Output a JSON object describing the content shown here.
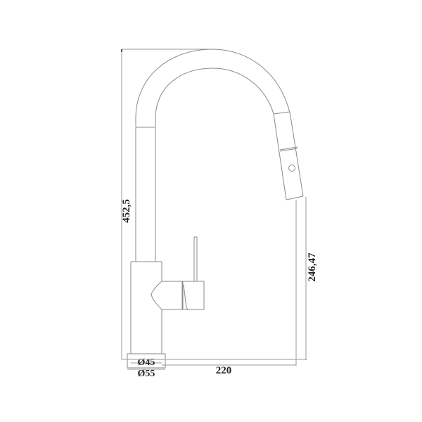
{
  "drawing": {
    "subject": "pull-down kitchen faucet side elevation",
    "line_color": "#8a8a8a",
    "dimensions": {
      "total_height": "452,5",
      "spout_height": "246,47",
      "reach": "220",
      "inner_base_diameter": "Ø45",
      "outer_base_diameter": "Ø55"
    }
  }
}
